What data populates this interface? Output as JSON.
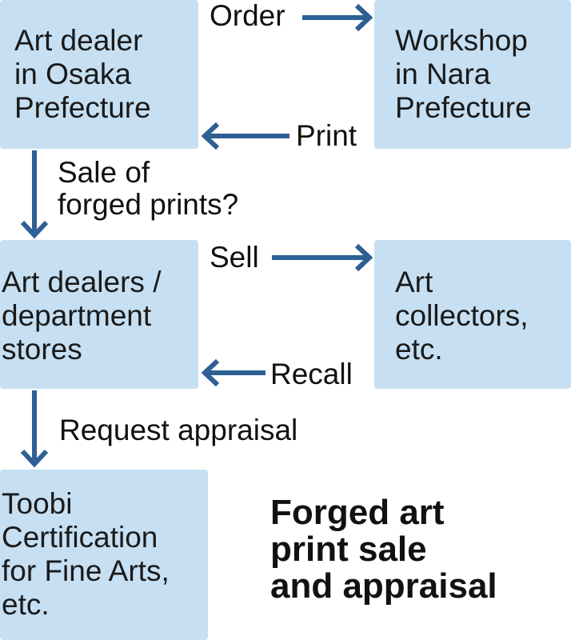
{
  "boxes": {
    "osaka_dealer": [
      "Art dealer",
      "in Osaka",
      "Prefecture"
    ],
    "nara_workshop": [
      "Workshop",
      "in Nara",
      "Prefecture"
    ],
    "dealers_stores": [
      "Art dealers /",
      "department",
      "stores"
    ],
    "collectors": [
      "Art",
      "collectors,",
      "etc."
    ],
    "toobi": [
      "Toobi",
      "Certification",
      "for Fine Arts,",
      "etc."
    ]
  },
  "labels": {
    "order": "Order",
    "print": "Print",
    "sale_of_forged": [
      "Sale of",
      "forged prints?"
    ],
    "sell": "Sell",
    "recall": "Recall",
    "request_appraisal": "Request appraisal"
  },
  "title": [
    "Forged art",
    "print sale",
    "and appraisal"
  ],
  "colors": {
    "box_fill": "#c6dff2",
    "arrow": "#2e5f95"
  }
}
